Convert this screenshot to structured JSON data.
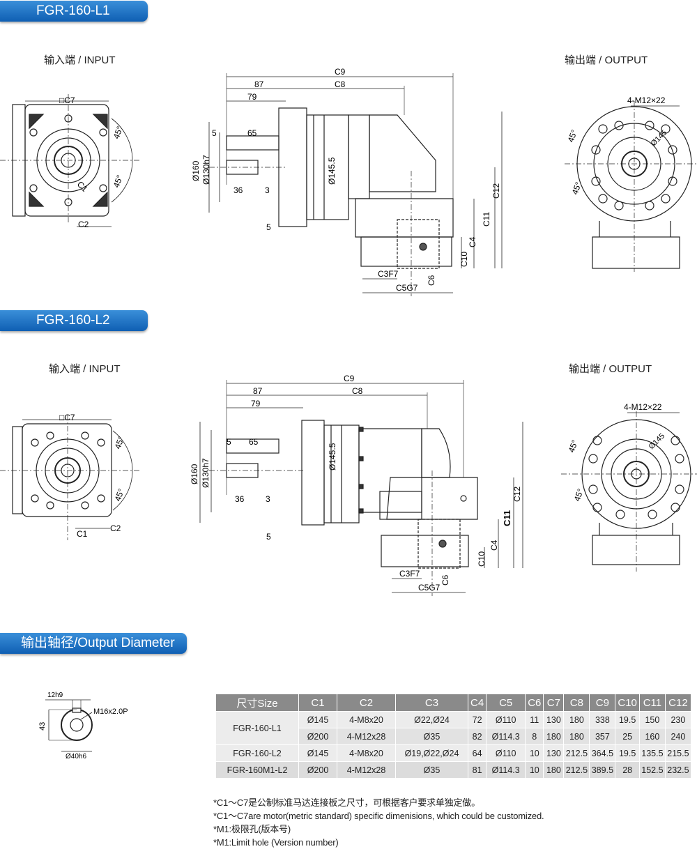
{
  "sections": {
    "l1": "FGR-160-L1",
    "l2": "FGR-160-L2",
    "shaft": "输出轴径/Output Diameter"
  },
  "views": {
    "input": "输入端 / INPUT",
    "output": "输出端 / OUTPUT"
  },
  "dims": {
    "c9": "C9",
    "c8": "C8",
    "d87": "87",
    "d79": "79",
    "c7sq": "□C7",
    "d5": "5",
    "d65": "65",
    "d36": "36",
    "d3": "3",
    "phi160": "Ø160",
    "phi130": "Ø130h7",
    "phi145": "Ø145.5",
    "c12": "C12",
    "c11": "C11",
    "c4": "C4",
    "c10": "C10",
    "c6": "C6",
    "c3f7": "C3F7",
    "c5g7": "C5G7",
    "c1": "C1",
    "c2": "C2",
    "deg45": "45°",
    "m12": "4-M12×22",
    "bolt145": "Ø145"
  },
  "shaft": {
    "key": "12h9",
    "height": "43",
    "thread": "M16x2.0P",
    "dia": "Ø40h6"
  },
  "table": {
    "headers": [
      "尺寸Size",
      "C1",
      "C2",
      "C3",
      "C4",
      "C5",
      "C6",
      "C7",
      "C8",
      "C9",
      "C10",
      "C11",
      "C12"
    ],
    "groups": [
      {
        "model": "FGR-160-L1",
        "rows": [
          [
            "Ø145",
            "4-M8x20",
            "Ø22,Ø24",
            "72",
            "Ø110",
            "11",
            "130",
            "180",
            "338",
            "19.5",
            "150",
            "230"
          ],
          [
            "Ø200",
            "4-M12x28",
            "Ø35",
            "82",
            "Ø114.3",
            "8",
            "180",
            "180",
            "357",
            "25",
            "160",
            "240"
          ]
        ]
      },
      {
        "model": "FGR-160-L2",
        "rows": [
          [
            "Ø145",
            "4-M8x20",
            "Ø19,Ø22,Ø24",
            "64",
            "Ø110",
            "10",
            "130",
            "212.5",
            "364.5",
            "19.5",
            "135.5",
            "215.5"
          ]
        ]
      },
      {
        "model": "FGR-160M1-L2",
        "rows": [
          [
            "Ø200",
            "4-M12x28",
            "Ø35",
            "81",
            "Ø114.3",
            "10",
            "180",
            "212.5",
            "389.5",
            "28",
            "152.5",
            "232.5"
          ]
        ]
      }
    ]
  },
  "notes": [
    "*C1～C7是公制标准马达连接板之尺寸，可根据客户要求单独定做。",
    "*C1～C7are motor(metric standard) specific dimenisions, which could be customized.",
    "*M1:极限孔(版本号)",
    "*M1:Limit hole (Version number)"
  ],
  "colors": {
    "badge": "#1f6fc4",
    "header": "#8a8a8a"
  }
}
